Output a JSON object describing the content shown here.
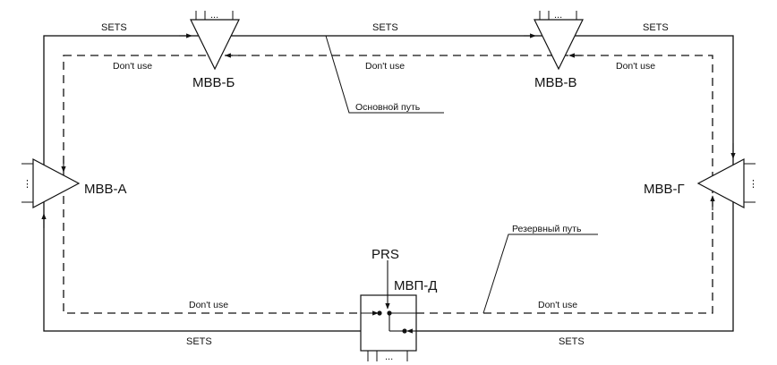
{
  "nodes": {
    "a": "МВВ-А",
    "b": "МВВ-Б",
    "v": "МВВ-В",
    "g": "МВВ-Г",
    "d": "МВП-Д"
  },
  "labels": {
    "sets": "SETS",
    "dont_use": "Don't use",
    "prs": "PRS",
    "dots": "...",
    "vdots": "⋮"
  },
  "annotations": {
    "main_path": "Основной путь",
    "backup_path": "Резервный путь"
  }
}
